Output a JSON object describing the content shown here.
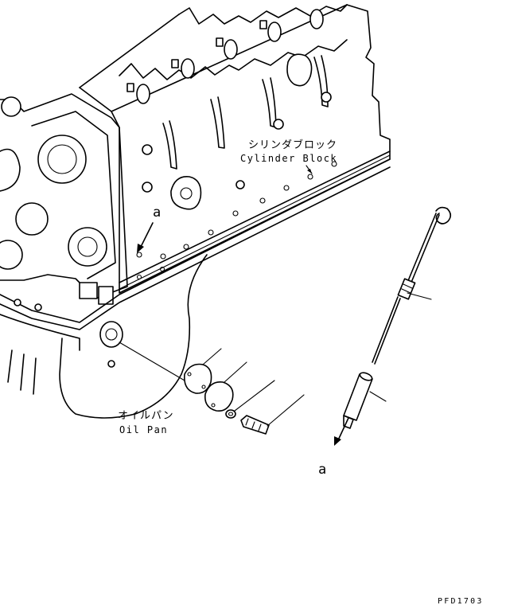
{
  "labels": {
    "cylinder_block_jp": "シリンダブロック",
    "cylinder_block_en": "Cylinder Block",
    "oil_pan_jp": "オイルパン",
    "oil_pan_en": "Oil Pan",
    "ref_a_upper": "a",
    "ref_a_lower": "a",
    "drawing_code": "PFD1703"
  },
  "colors": {
    "line": "#000000",
    "background": "#ffffff"
  }
}
